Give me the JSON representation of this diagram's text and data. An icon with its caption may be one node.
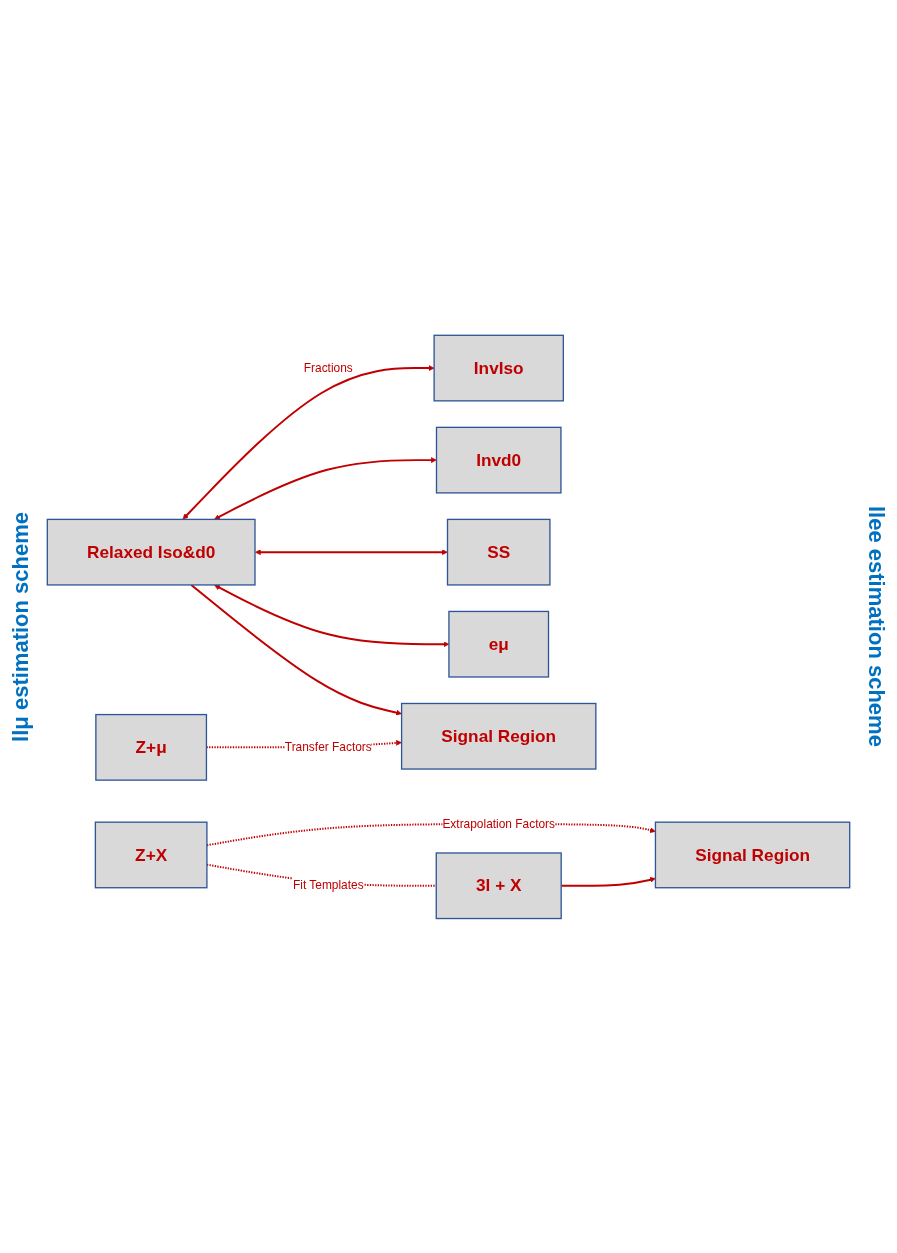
{
  "diagram": {
    "nodes": [
      {
        "text": [
          "InvIso"
        ]
      },
      {
        "text": [
          "Invd0"
        ]
      },
      {
        "text": [
          "SS"
        ]
      },
      {
        "text": [
          "eμ"
        ]
      },
      {
        "text": [
          "Z+μ"
        ]
      },
      {
        "text": [
          "Relaxed Iso&d0"
        ]
      },
      {
        "text": [
          "Signal Region"
        ]
      },
      {
        "text": [
          "Z+X"
        ]
      },
      {
        "text": [
          "3l + X"
        ]
      },
      {
        "text": [
          "Signal Region"
        ]
      }
    ],
    "edges": [
      {
        "from": 5,
        "to": 0,
        "arrow": "both",
        "label": "Fractions"
      },
      {
        "from": 5,
        "to": 1,
        "arrow": "both"
      },
      {
        "from": 5,
        "to": 2,
        "arrow": "both"
      },
      {
        "from": 5,
        "to": 3,
        "arrow": "both"
      },
      {
        "from": 5,
        "to": 6,
        "arrow": "to"
      },
      {
        "from": 4,
        "to": 6,
        "arrow": "to",
        "label": "Transfer Factors",
        "style": "dashed"
      },
      {
        "from": 7,
        "to": 8,
        "arrow": "none",
        "label": "Fit Templates",
        "style": "dashed"
      },
      {
        "from": 7,
        "to": 9,
        "arrow": "to",
        "label": "Extrapolation Factors",
        "style": "dashed"
      },
      {
        "from": 8,
        "to": 9,
        "arrow": "to"
      }
    ],
    "labels": [
      "llμ estimation scheme",
      "llee estimation scheme"
    ]
  }
}
